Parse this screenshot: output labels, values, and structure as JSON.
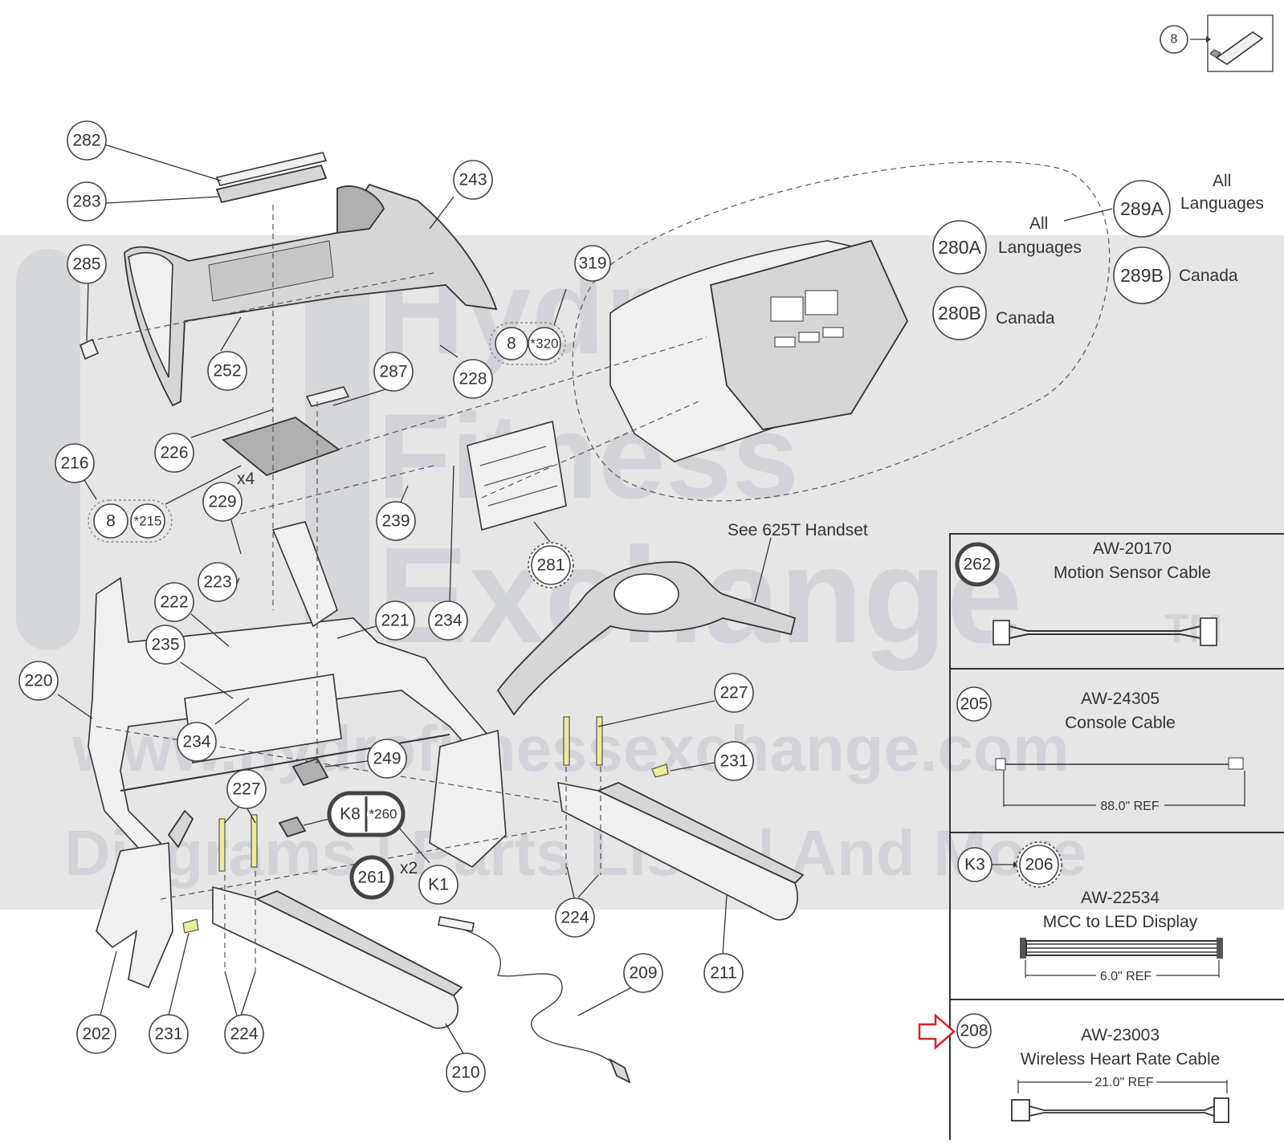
{
  "usb_callout": "8",
  "callouts": {
    "c282": "282",
    "c283": "283",
    "c243": "243",
    "c285": "285",
    "c252": "252",
    "c319": "319",
    "c8a": "8",
    "c320": "*320",
    "c228": "228",
    "c287": "287",
    "c226": "226",
    "c216": "216",
    "c8b": "8",
    "c215": "*215",
    "c229": "229",
    "c239": "239",
    "c281": "281",
    "c223": "223",
    "c222": "222",
    "c235": "235",
    "c221": "221",
    "c234a": "234",
    "c234b": "234",
    "c220": "220",
    "c249": "249",
    "c227a": "227",
    "c227b": "227",
    "c231a": "231",
    "c231b": "231",
    "ck8": "K8",
    "c260": "*260",
    "c261": "261",
    "ck1": "K1",
    "c224a": "224",
    "c224b": "224",
    "c202": "202",
    "c210": "210",
    "c209": "209",
    "c211": "211",
    "c280a": "280A",
    "c280b": "280B",
    "c289a": "289A",
    "c289b": "289B"
  },
  "labels": {
    "x4": "x4",
    "x2": "x2",
    "see_handset": "See 625T Handset",
    "all_lang_1a": "All",
    "all_lang_1b": "Languages",
    "canada_1": "Canada",
    "all_lang_2a": "All",
    "all_lang_2b": "Languages",
    "canada_2": "Canada"
  },
  "panels": [
    {
      "callout": "262",
      "part_no": "AW-20170",
      "name": "Motion Sensor Cable",
      "ref": ""
    },
    {
      "callout": "205",
      "part_no": "AW-24305",
      "name": "Console Cable",
      "ref": "88.0\" REF"
    },
    {
      "callout_a": "K3",
      "callout_b": "206",
      "part_no": "AW-22534",
      "name": "MCC to LED Display",
      "ref": "6.0\" REF"
    },
    {
      "callout": "208",
      "part_no": "AW-23003",
      "name": "Wireless Heart Rate Cable",
      "ref": "21.0\" REF"
    }
  ],
  "watermark": {
    "line1": "Hydro",
    "line2": "Fitness",
    "line3": "Exchange",
    "tm": "TM",
    "url": "www.hydrofitnessexchange.com",
    "tagline": "Diagrams | Parts Lists | And More"
  },
  "colors": {
    "arrow": "#e02020",
    "bolt": "#ecec9a",
    "watermark_band": "#e6e6e6"
  }
}
